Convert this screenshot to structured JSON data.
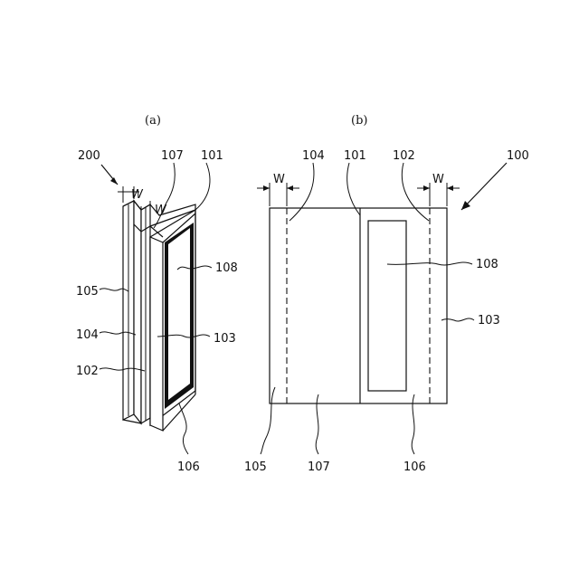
{
  "panel_a": {
    "caption": "(a)",
    "labels": {
      "ref_200": "200",
      "ref_107": "107",
      "ref_101": "101",
      "ref_108": "108",
      "ref_105": "105",
      "ref_104": "104",
      "ref_103": "103",
      "ref_102": "102",
      "ref_106": "106",
      "width_1": "W",
      "width_2": "W"
    }
  },
  "panel_b": {
    "caption": "(b)",
    "labels": {
      "ref_104": "104",
      "ref_101": "101",
      "ref_102": "102",
      "ref_100": "100",
      "ref_108": "108",
      "ref_103": "103",
      "ref_105": "105",
      "ref_107": "107",
      "ref_106": "106",
      "width_left": "W",
      "width_right": "W"
    }
  }
}
